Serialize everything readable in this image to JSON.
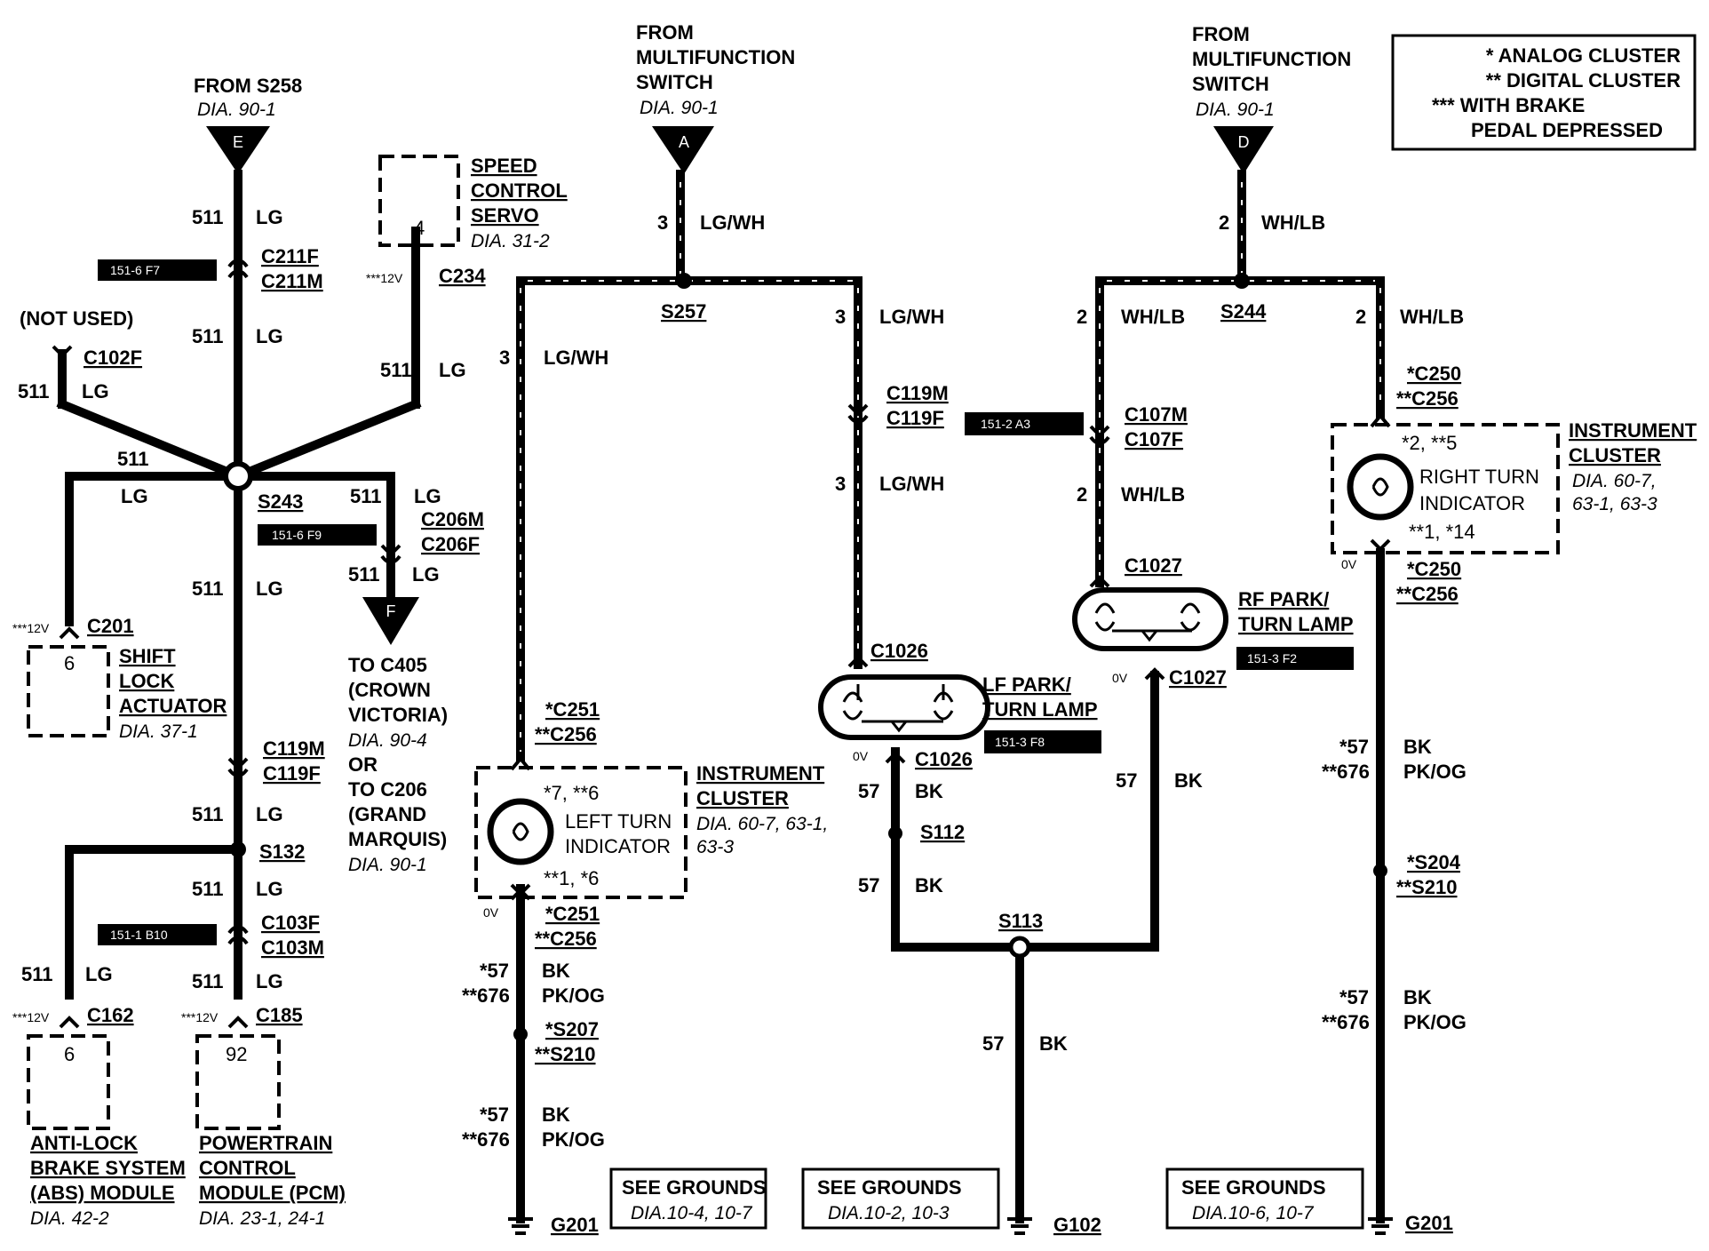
{
  "legend": {
    "analog": "* ANALOG CLUSTER",
    "digital": "** DIGITAL CLUSTER",
    "brake1": "*** WITH BRAKE",
    "brake2": "PEDAL DEPRESSED"
  },
  "sources": {
    "e": {
      "line1": "FROM S258",
      "dia": "DIA. 90-1",
      "letter": "E"
    },
    "a": {
      "line1": "FROM",
      "line2": "MULTIFUNCTION",
      "line3": "SWITCH",
      "dia": "DIA. 90-1",
      "letter": "A"
    },
    "d": {
      "line1": "FROM",
      "line2": "MULTIFUNCTION",
      "line3": "SWITCH",
      "dia": "DIA. 90-1",
      "letter": "D"
    },
    "f": {
      "letter": "F"
    }
  },
  "wires": {
    "w511": "511",
    "lg": "LG",
    "w3": "3",
    "lgwh": "LG/WH",
    "w2": "2",
    "whlb": "WH/LB",
    "w57": "57",
    "bk": "BK",
    "s57": "*57",
    "s676": "**676",
    "pkog": "PK/OG"
  },
  "connectors": {
    "c211f": "C211F",
    "c211m": "C211M",
    "c102f": "C102F",
    "notused": "(NOT USED)",
    "c234": "C234",
    "s243": "S243",
    "c206m": "C206M",
    "c206f": "C206F",
    "c201": "C201",
    "c119m": "C119M",
    "c119f": "C119F",
    "s132": "S132",
    "c103f": "C103F",
    "c103m": "C103M",
    "c162": "C162",
    "c185": "C185",
    "s257": "S257",
    "c251a": "*C251",
    "c256a": "**C256",
    "s207": "*S207",
    "s210": "**S210",
    "g201": "G201",
    "c1026": "C1026",
    "s112": "S112",
    "s113": "S113",
    "g102": "G102",
    "s244": "S244",
    "c107m": "C107M",
    "c107f": "C107F",
    "c1027": "C1027",
    "c250a": "*C250",
    "s204": "*S204",
    "v12": "***12V",
    "v0": "0V"
  },
  "refs": {
    "r1": "151-6 F7",
    "r2": "151-6 F9",
    "r3": "151-1 B10",
    "r4": "151-2 A3",
    "r5": "151-3 F8",
    "r6": "151-3 F2"
  },
  "components": {
    "servo": {
      "l1": "SPEED",
      "l2": "CONTROL",
      "l3": "SERVO",
      "dia": "DIA. 31-2",
      "pin": "4"
    },
    "shift": {
      "l1": "SHIFT",
      "l2": "LOCK",
      "l3": "ACTUATOR",
      "dia": "DIA. 37-1",
      "pin": "6"
    },
    "abs": {
      "l1": "ANTI-LOCK",
      "l2": "BRAKE SYSTEM",
      "l3": "(ABS) MODULE",
      "dia": "DIA. 42-2",
      "pin": "6"
    },
    "pcm": {
      "l1": "POWERTRAIN",
      "l2": "CONTROL",
      "l3": "MODULE (PCM)",
      "dia": "DIA. 23-1, 24-1",
      "pin": "92"
    },
    "to": {
      "l1": "TO  C405",
      "l2": "(CROWN",
      "l3": "VICTORIA)",
      "d1": "DIA. 90-4",
      "or": "OR",
      "l4": "TO  C206",
      "l5": "(GRAND",
      "l6": "MARQUIS)",
      "d2": "DIA. 90-1"
    },
    "leftcl": {
      "l1": "INSTRUMENT",
      "l2": "CLUSTER",
      "d1": "DIA. 60-7, 63-1,",
      "d2": "63-3",
      "ind1": "LEFT TURN",
      "ind2": "INDICATOR",
      "pintop": "*7, **6",
      "pinbot": "**1, *6"
    },
    "rightcl": {
      "l1": "INSTRUMENT",
      "l2": "CLUSTER",
      "d1": "DIA. 60-7,",
      "d2": "63-1, 63-3",
      "ind1": "RIGHT TURN",
      "ind2": "INDICATOR",
      "pintop": "*2, **5",
      "pinbot": "**1, *14"
    },
    "lf": {
      "l1": "LF PARK/",
      "l2": "TURN LAMP"
    },
    "rf": {
      "l1": "RF PARK/",
      "l2": "TURN LAMP"
    }
  },
  "grounds": {
    "g1": {
      "l1": "SEE GROUNDS",
      "l2": "DIA.10-4, 10-7"
    },
    "g2": {
      "l1": "SEE GROUNDS",
      "l2": "DIA.10-2, 10-3"
    },
    "g3": {
      "l1": "SEE GROUNDS",
      "l2": "DIA.10-6, 10-7"
    }
  }
}
